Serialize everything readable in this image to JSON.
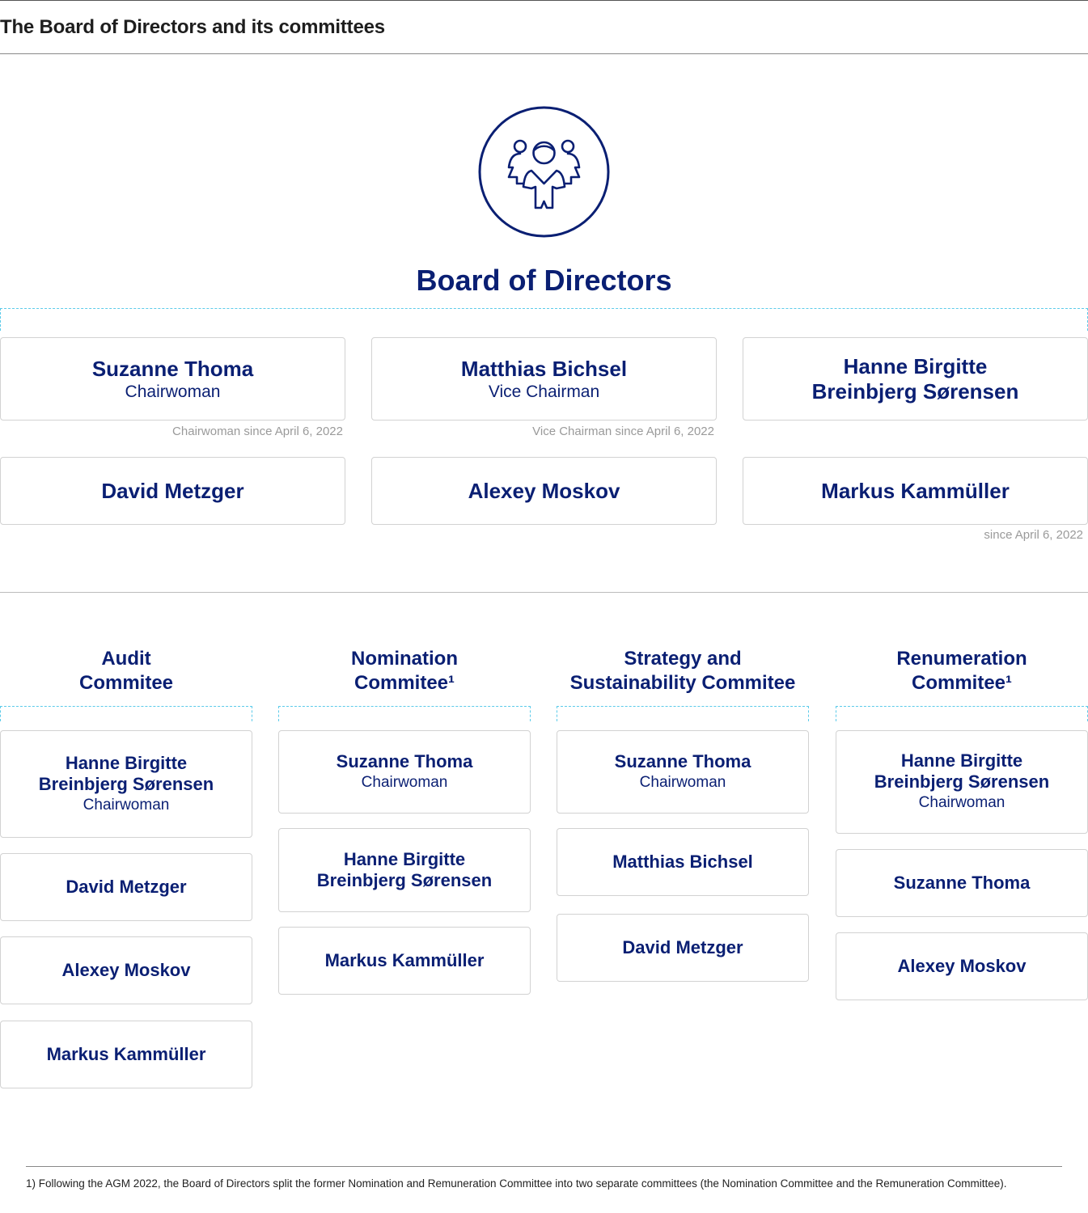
{
  "page_title": "The Board of Directors and its committees",
  "board": {
    "icon": "people-group-icon",
    "title": "Board of Directors",
    "members": [
      {
        "name": "Suzanne Thoma",
        "role": "Chairwoman",
        "note": "Chairwoman since April 6, 2022"
      },
      {
        "name": "Matthias Bichsel",
        "role": "Vice Chairman",
        "note": "Vice Chairman since April 6, 2022"
      },
      {
        "name": "Hanne Birgitte\nBreinbjerg Sørensen",
        "role": "",
        "note": ""
      },
      {
        "name": "David Metzger",
        "role": "",
        "note": ""
      },
      {
        "name": "Alexey Moskov",
        "role": "",
        "note": ""
      },
      {
        "name": "Markus Kammüller",
        "role": "",
        "note": "since April 6, 2022"
      }
    ]
  },
  "committees": [
    {
      "title": "Audit\nCommitee",
      "members": [
        {
          "name": "Hanne Birgitte\nBreinbjerg Sørensen",
          "role": "Chairwoman"
        },
        {
          "name": "David Metzger",
          "role": ""
        },
        {
          "name": "Alexey Moskov",
          "role": ""
        },
        {
          "name": "Markus Kammüller",
          "role": ""
        }
      ]
    },
    {
      "title": "Nomination\nCommitee¹",
      "members": [
        {
          "name": "Suzanne Thoma",
          "role": "Chairwoman"
        },
        {
          "name": "Hanne Birgitte\nBreinbjerg Sørensen",
          "role": ""
        },
        {
          "name": "Markus Kammüller",
          "role": ""
        }
      ]
    },
    {
      "title": "Strategy and\nSustainability Commitee",
      "members": [
        {
          "name": "Suzanne Thoma",
          "role": "Chairwoman"
        },
        {
          "name": "Matthias Bichsel",
          "role": ""
        },
        {
          "name": "David Metzger",
          "role": ""
        }
      ]
    },
    {
      "title": "Renumeration\nCommitee¹",
      "members": [
        {
          "name": "Hanne Birgitte\nBreinbjerg Sørensen",
          "role": "Chairwoman"
        },
        {
          "name": "Suzanne Thoma",
          "role": ""
        },
        {
          "name": "Alexey Moskov",
          "role": ""
        }
      ]
    }
  ],
  "footnote": "1) Following the AGM 2022, the Board of Directors split the former Nomination and Remuneration Committee into two separate committees (the Nomination Committee and the Remuneration Committee).",
  "colors": {
    "primary": "#0a1f73",
    "accent_dash": "#5ccbea",
    "note_gray": "#9a9a9a"
  }
}
